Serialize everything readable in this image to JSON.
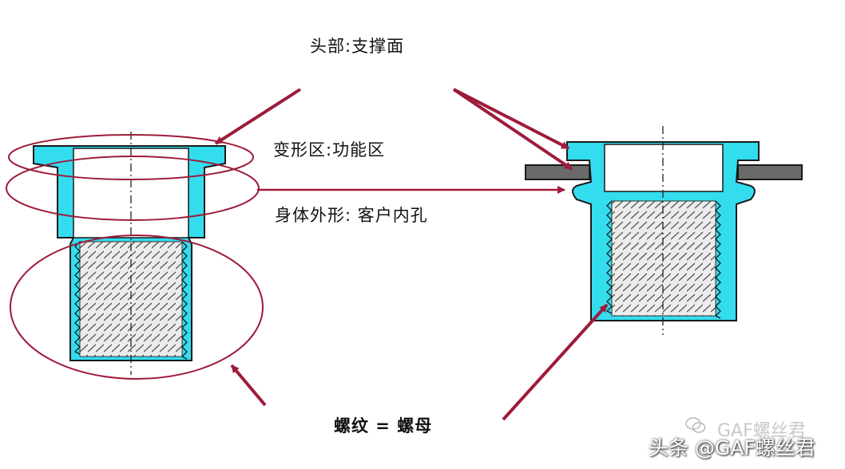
{
  "labels": {
    "head": "头部:支撑面",
    "deform": "变形区:功能区",
    "body": "身体外形: 客户内孔",
    "thread": "螺纹 = 螺母"
  },
  "watermark": {
    "top": "GAF螺丝君",
    "bottom": "头条 @GAF螺丝君"
  },
  "colors": {
    "part": "#33ddee",
    "outline": "#1a1a1a",
    "annotation": "#9e1b3a",
    "plate": "#666666",
    "thread": "#d8d8d8"
  },
  "icons": {
    "watermark_logo": "wechat-icon"
  }
}
